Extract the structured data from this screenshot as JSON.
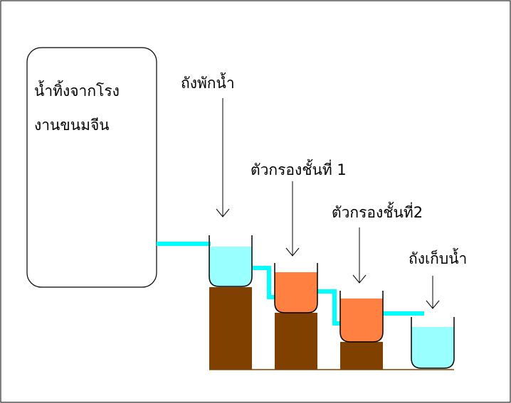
{
  "source_box": {
    "line1": "น้ำทิ้งจากโรง",
    "line2": "งานขนมจีน"
  },
  "labels": {
    "rest_tank": "ถังพักน้ำ",
    "filter_1": "ตัวกรองชั้นที่ 1",
    "filter_2": "ตัวกรองชั้นที่2",
    "storage_tank": "ถังเก็บน้ำ"
  },
  "colors": {
    "water": "#00ffff",
    "water_light": "#99ffff",
    "filter_media": "#ff8040",
    "pedestal": "#804000",
    "outline": "#000000",
    "background": "#ffffff"
  }
}
